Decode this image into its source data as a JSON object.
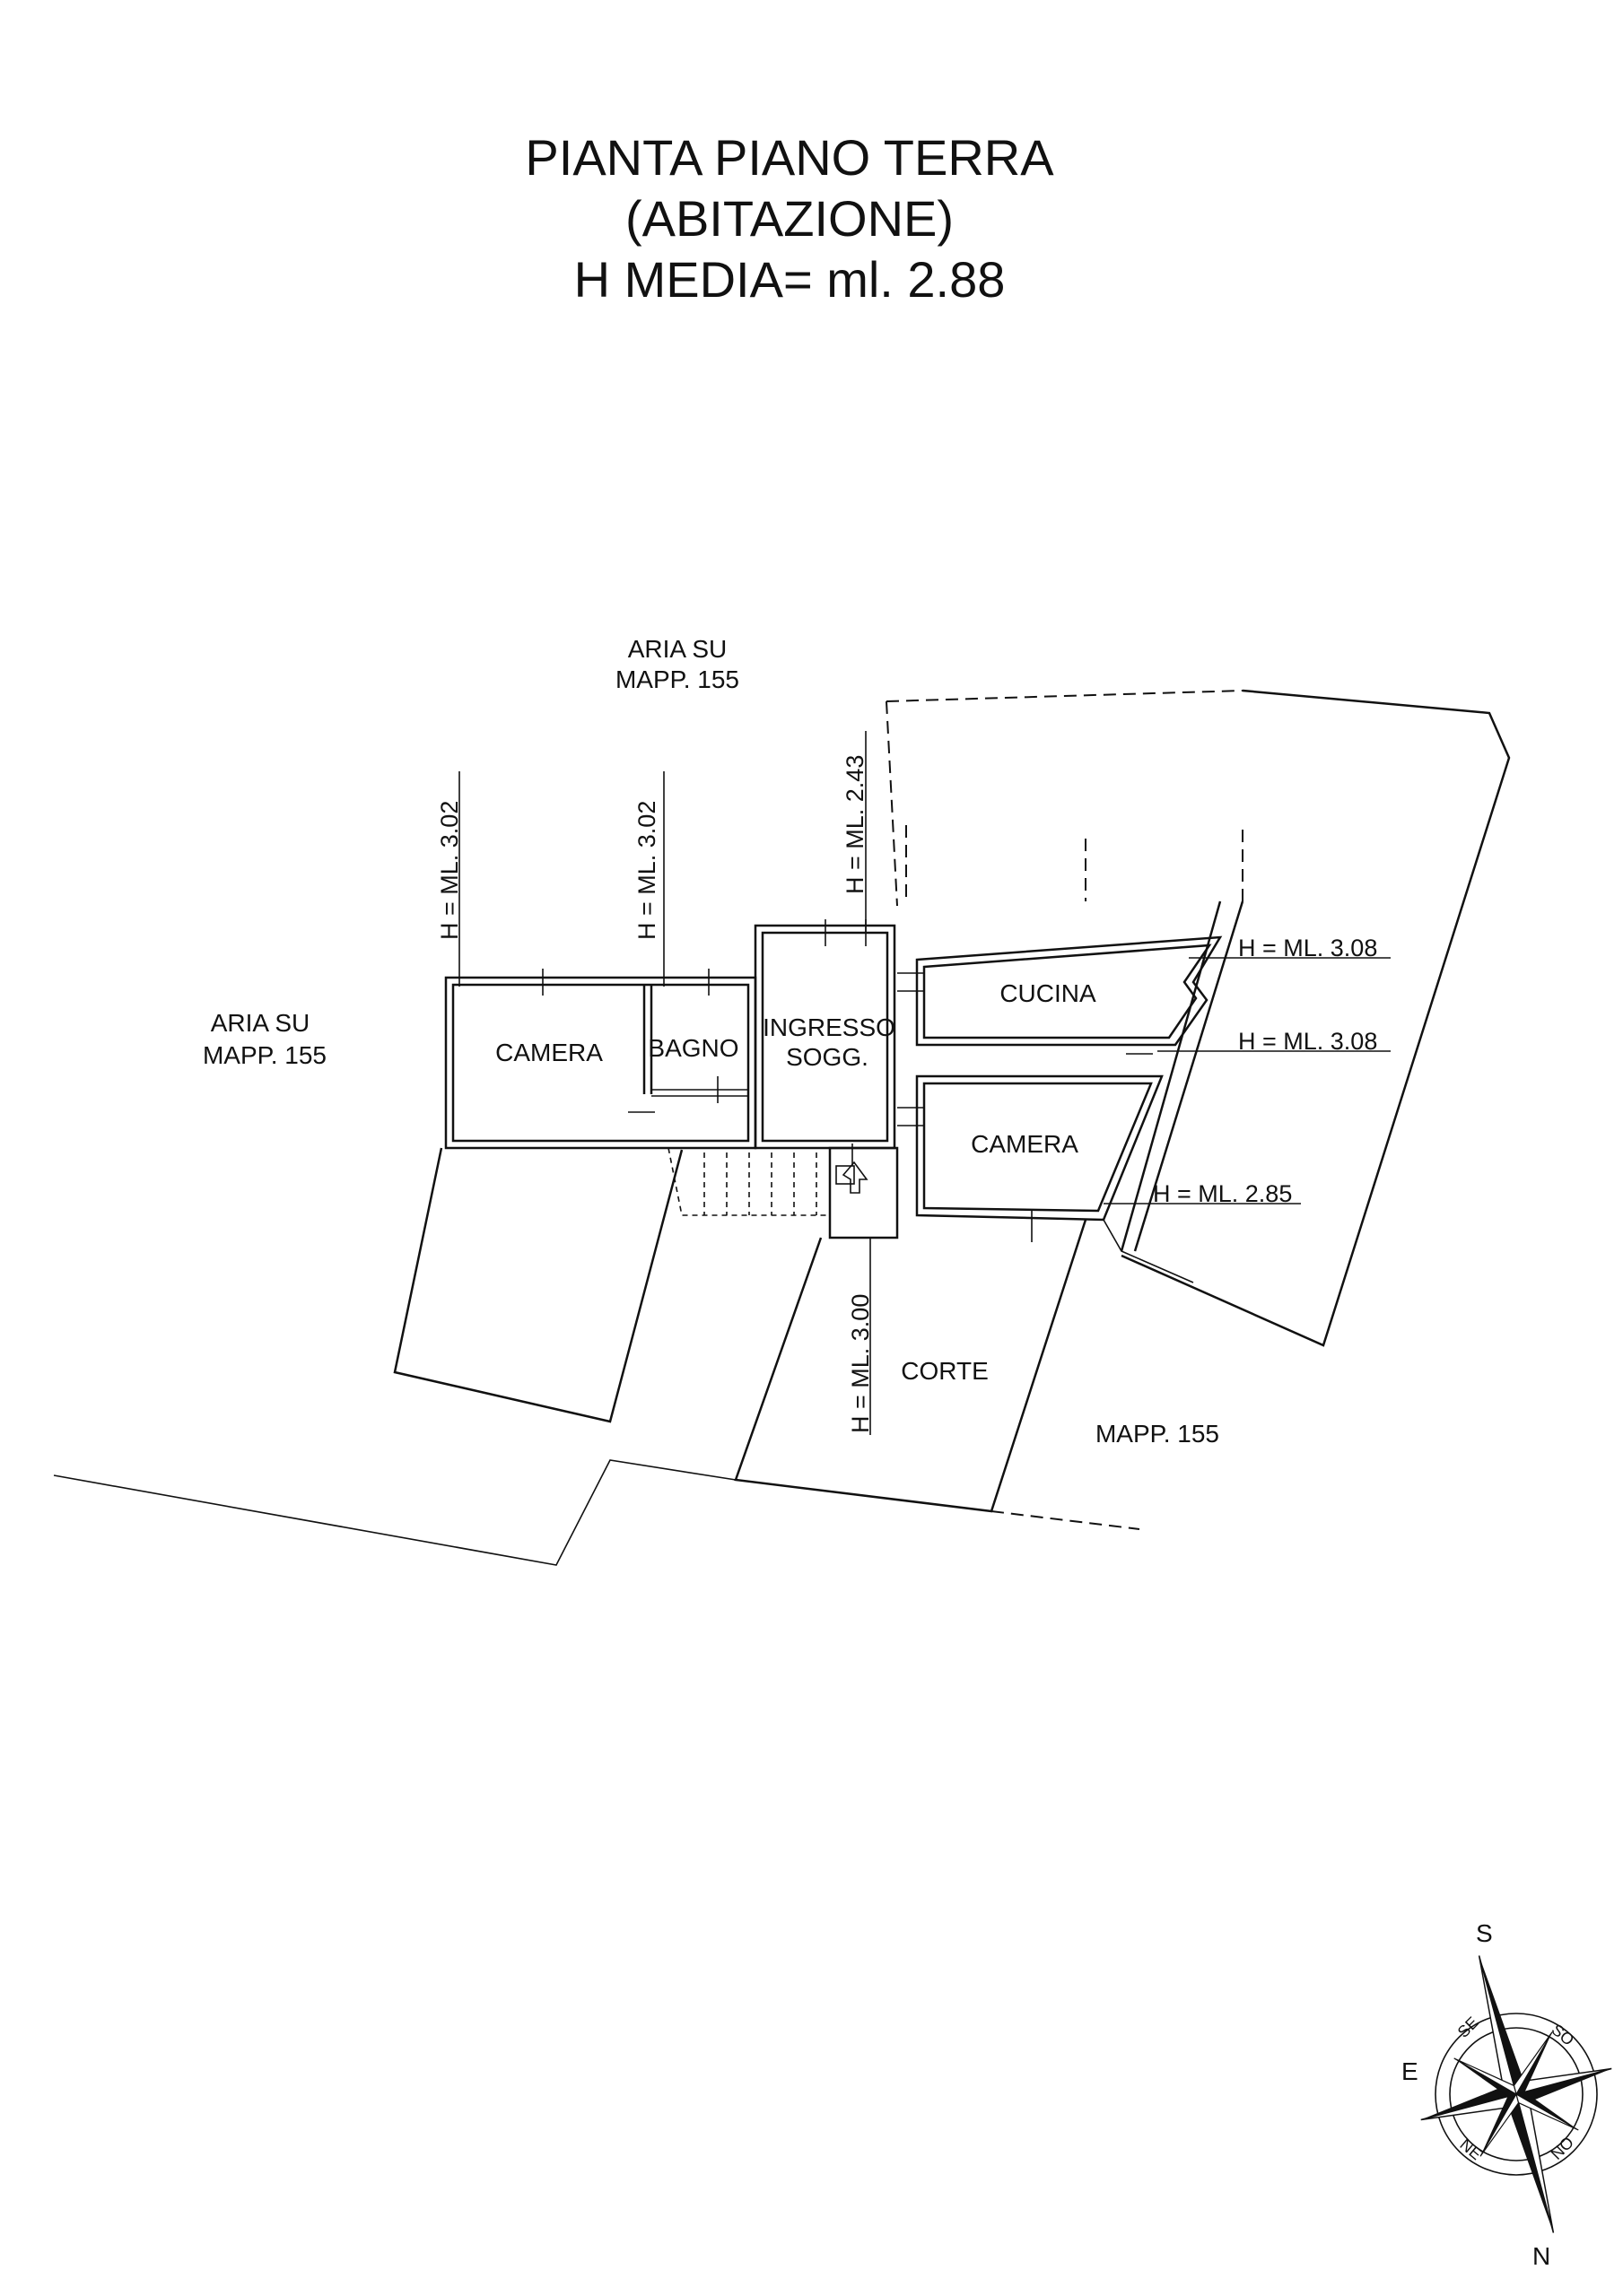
{
  "title": {
    "line1": "PIANTA PIANO TERRA",
    "line2": "(ABITAZIONE)",
    "line3": "H MEDIA= ml. 2.88"
  },
  "labels": {
    "aria_top_1": "ARIA SU",
    "aria_top_2": "MAPP. 155",
    "aria_left_1": "ARIA SU",
    "aria_left_2": "MAPP. 155",
    "mapp_right": "MAPP. 155",
    "corte": "CORTE"
  },
  "rooms": {
    "camera_left": "CAMERA",
    "bagno": "BAGNO",
    "ingresso_1": "INGRESSO",
    "ingresso_2": "SOGG.",
    "cucina": "CUCINA",
    "camera_right": "CAMERA"
  },
  "heights": {
    "camera_left": "H = ML. 3.02",
    "bagno": "H = ML. 3.02",
    "ingresso": "H = ML. 2.43",
    "cucina_1": "H = ML. 3.08",
    "cucina_2": "H = ML. 3.08",
    "camera_right": "H = ML. 2.85",
    "corte": "H = ML. 3.00"
  },
  "compass": {
    "n": "N",
    "s": "S",
    "e": "E",
    "se": "SE",
    "so": "SO",
    "ne": "NE",
    "no": "NO"
  }
}
